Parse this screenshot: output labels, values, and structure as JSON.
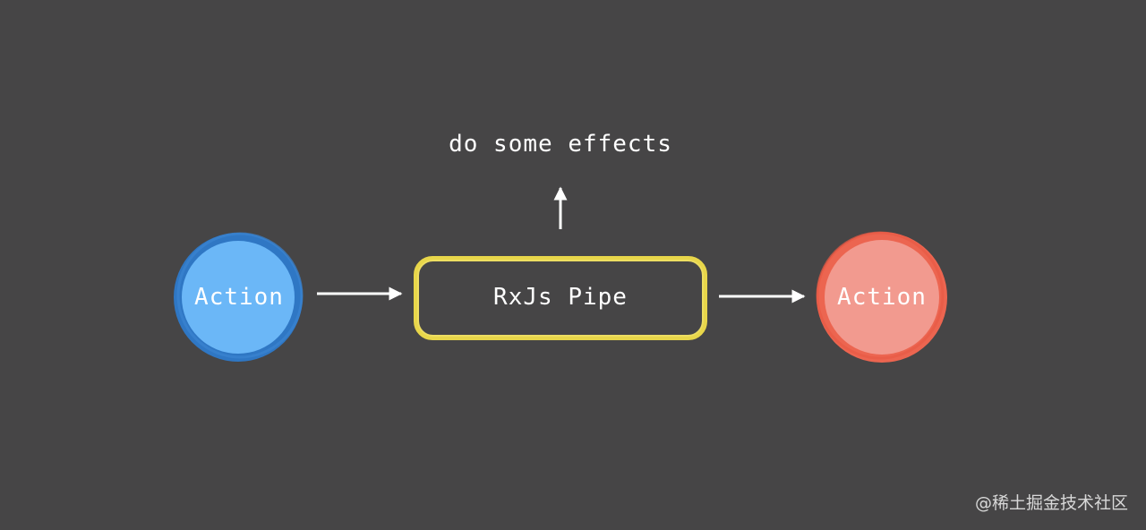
{
  "diagram": {
    "effects_label": "do some effects",
    "input_node": {
      "label": "Action",
      "fill": "#6bb7f7",
      "stroke": "#2f77c4"
    },
    "pipe_node": {
      "label": "RxJs Pipe",
      "stroke": "#e8d64a"
    },
    "output_node": {
      "label": "Action",
      "fill": "#f29a8f",
      "stroke": "#ec6550"
    },
    "arrow_color": "#ffffff",
    "background": "#464546"
  },
  "watermark": "@稀土掘金技术社区"
}
